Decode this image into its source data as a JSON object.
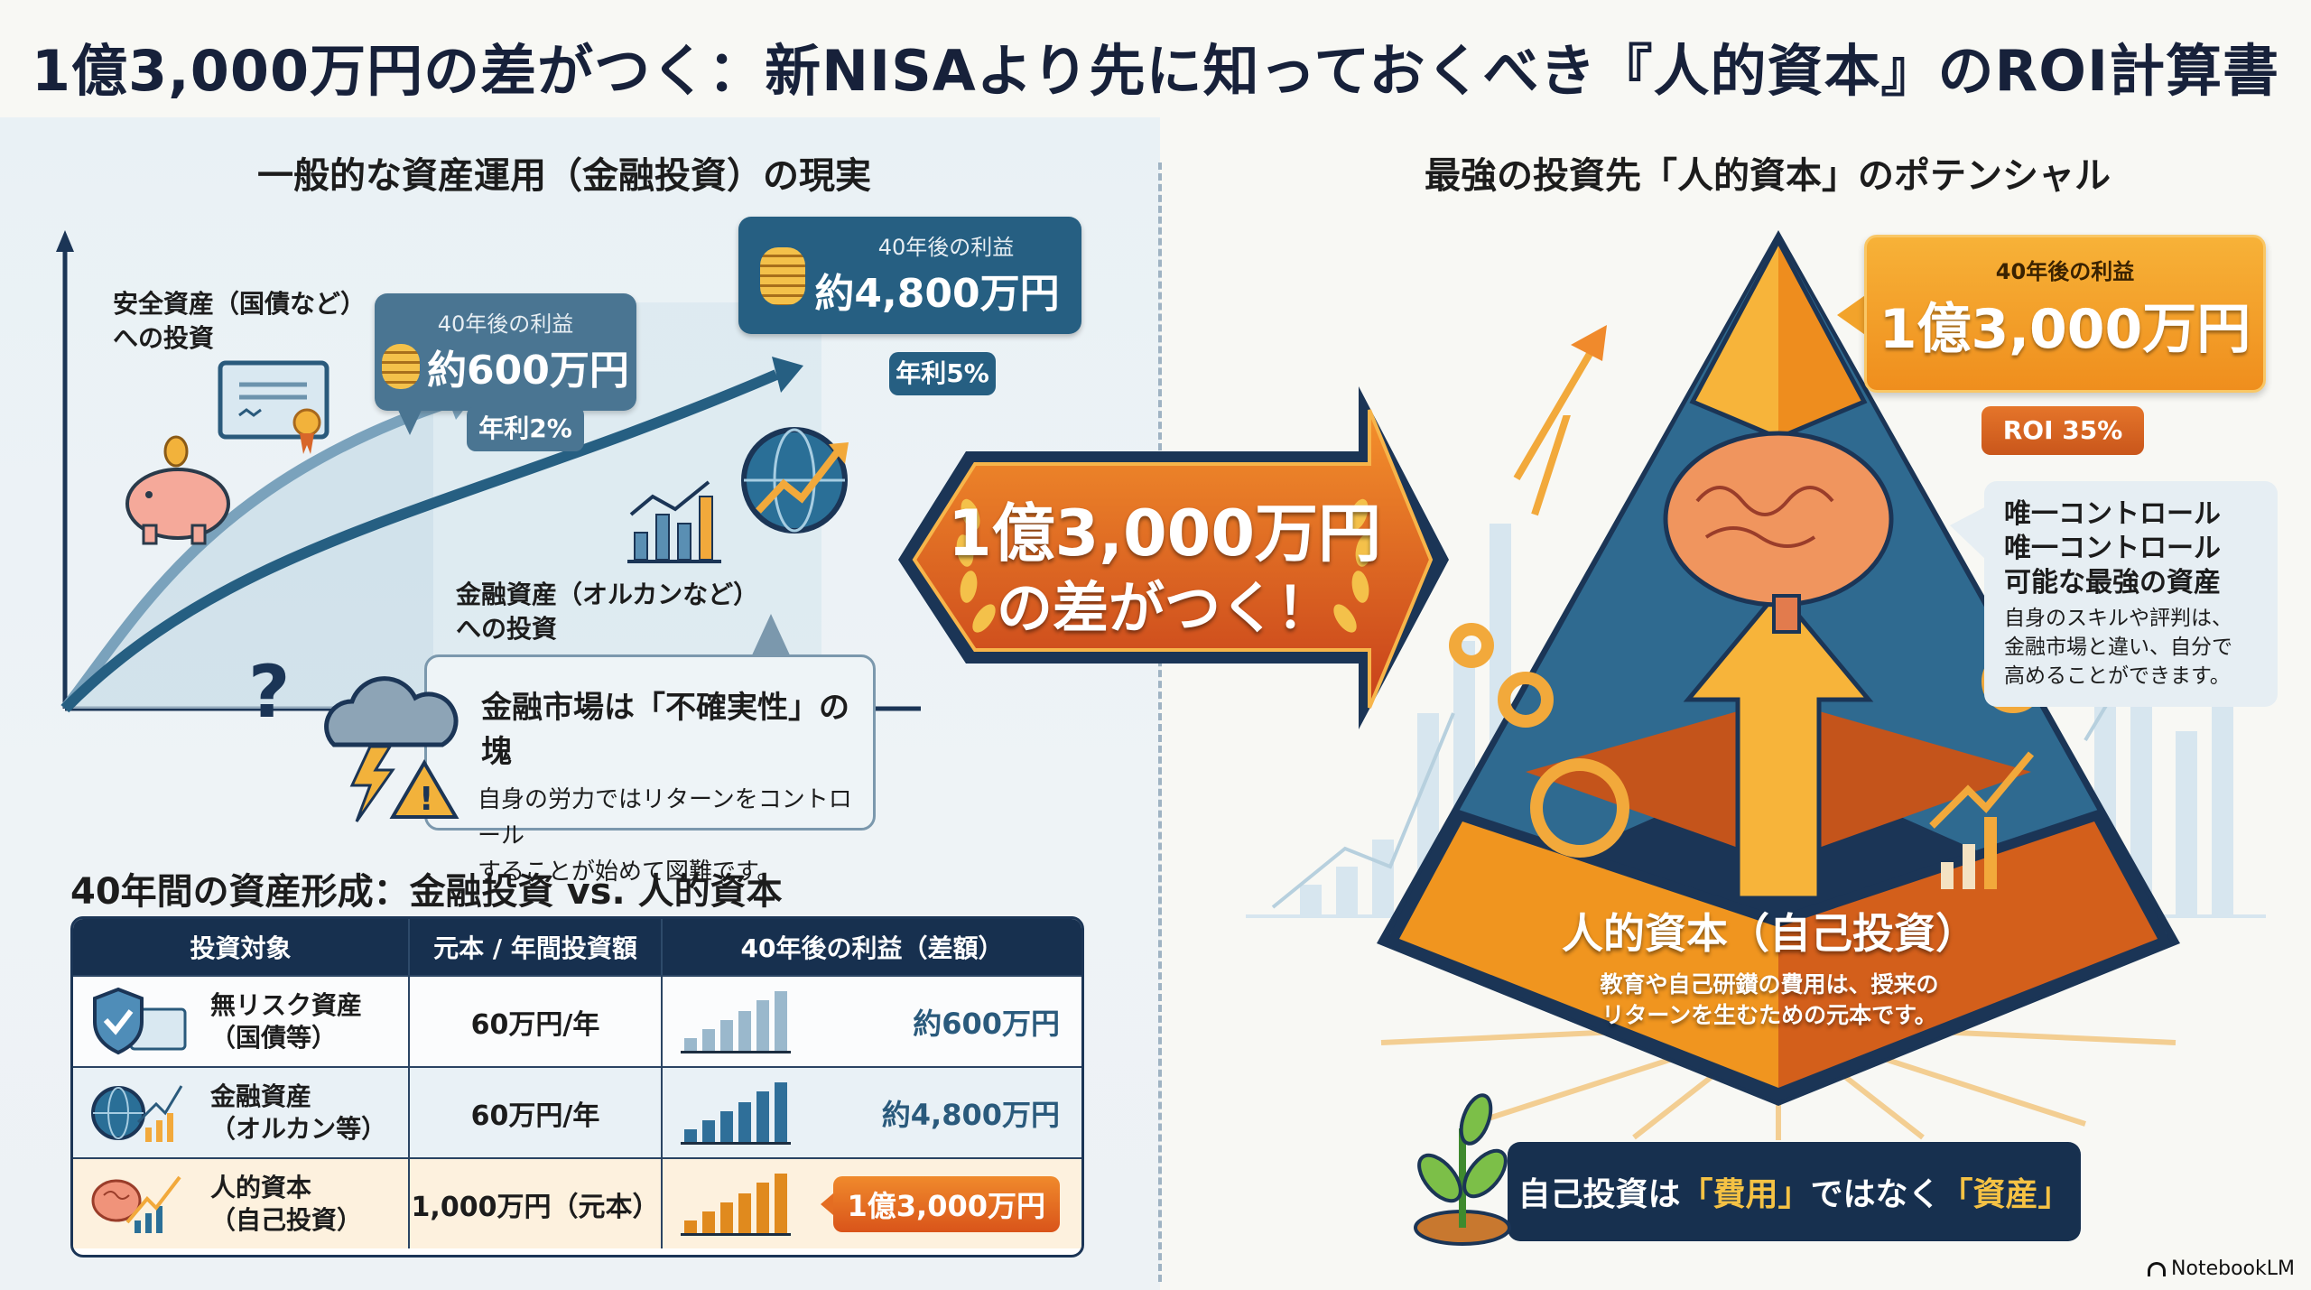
{
  "title": "1億3,000万円の差がつく：新NISAより先に知っておくべき『人的資本』のROI計算書",
  "left": {
    "section_title": "一般的な資産運用（金融投資）の現実",
    "safe_asset_label": [
      "安全資産（国債など）",
      "への投資"
    ],
    "safe_callout": {
      "sub": "40年後の利益",
      "value": "約600万円",
      "rate": "年利2%"
    },
    "financial_callout": {
      "sub": "40年後の利益",
      "value": "約4,800万円",
      "rate": "年利5%"
    },
    "financial_asset_label": [
      "金融資産（オルカンなど）",
      "への投資"
    ],
    "risk": {
      "title": "金融市場は「不確実性」の塊",
      "body": [
        "自身の労力ではリターンをコントロール",
        "することが始めて図難です。"
      ]
    },
    "icons": [
      "piggy-bank-icon",
      "certificate-icon",
      "coin-stack-icon",
      "globe-chart-icon",
      "bar-chart-icon",
      "question-mark-icon",
      "storm-cloud-icon",
      "lightning-icon",
      "warning-icon"
    ]
  },
  "center_arrow": {
    "line1": "1億3,000万円",
    "line2": "の差がつく！"
  },
  "table": {
    "title": "40年間の資産形成：金融投資 vs. 人的資本",
    "headers": [
      "投資対象",
      "元本 / 年間投資額",
      "40年後の利益（差額）"
    ],
    "rows": [
      {
        "name": [
          "無リスク資産",
          "（国債等）"
        ],
        "amount": "60万円/年",
        "result": "約600万円",
        "icon": "shield-check-icon",
        "bar_color": "#9ab8cc",
        "bars": [
          20,
          32,
          44,
          56,
          70,
          82
        ]
      },
      {
        "name": [
          "金融資産",
          "（オルカン等）"
        ],
        "amount": "60万円/年",
        "result": "約4,800万円",
        "icon": "globe-growth-icon",
        "bar_color": "#2f6f99",
        "bars": [
          20,
          32,
          44,
          56,
          70,
          82
        ]
      },
      {
        "name": [
          "人的資本",
          "（自己投資）"
        ],
        "amount": "1,000万円（元本）",
        "result": "1億3,000万円",
        "icon": "brain-growth-icon",
        "bar_color": "#e08a1e",
        "bars": [
          20,
          32,
          44,
          56,
          70,
          82
        ]
      }
    ]
  },
  "right": {
    "section_title": "最強の投資先「人的資本」のポテンシャル",
    "callout": {
      "sub": "40年後の利益",
      "value": "1億3,000万円",
      "roi": "ROI 35%"
    },
    "info": {
      "heading": [
        "唯一コントロール",
        "唯一コントロール",
        "可能な最強の資産"
      ],
      "body": [
        "自身のスキルや評判は、",
        "金融市場と違い、自分で",
        "高めることができます。"
      ]
    },
    "pyramid_base": {
      "title": "人的資本（自己投資）",
      "desc": [
        "教育や自己研鑚の費用は、授来の",
        "リターンを生むための元本です。"
      ]
    },
    "slogan": {
      "pre": "自己投資は",
      "hl1": "「費用」",
      "mid": "ではなく",
      "hl2": "「資産」"
    },
    "icons": [
      "brain-icon",
      "gear-icon",
      "growth-arrow-icon",
      "sprout-icon"
    ]
  },
  "brand": "NotebookLM",
  "colors": {
    "navy": "#17304f",
    "orange": "#ef8e1d",
    "blue": "#265f82",
    "steel": "#4a7592"
  }
}
